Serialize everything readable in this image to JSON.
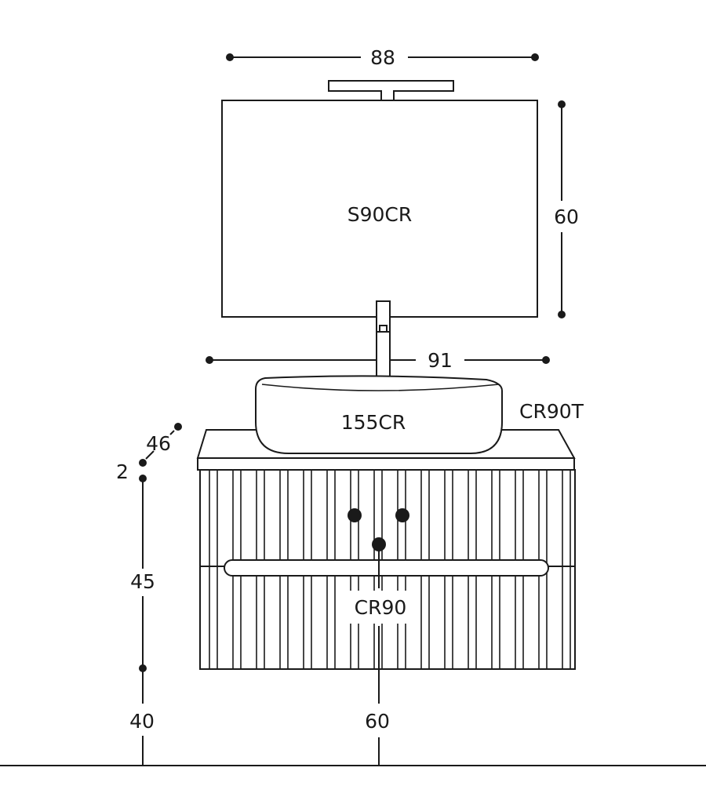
{
  "mirror": {
    "code": "S90CR",
    "width": "88",
    "height": "60"
  },
  "basin": {
    "code": "155CR",
    "top_code": "CR90T",
    "depth": "46",
    "top_thickness": "2"
  },
  "vanity": {
    "code": "CR90",
    "width": "91",
    "height": "45"
  },
  "floor": {
    "vanity_height": "40",
    "waste_height": "60"
  },
  "colors": {
    "line": "#1a1a1a",
    "background": "#ffffff"
  }
}
